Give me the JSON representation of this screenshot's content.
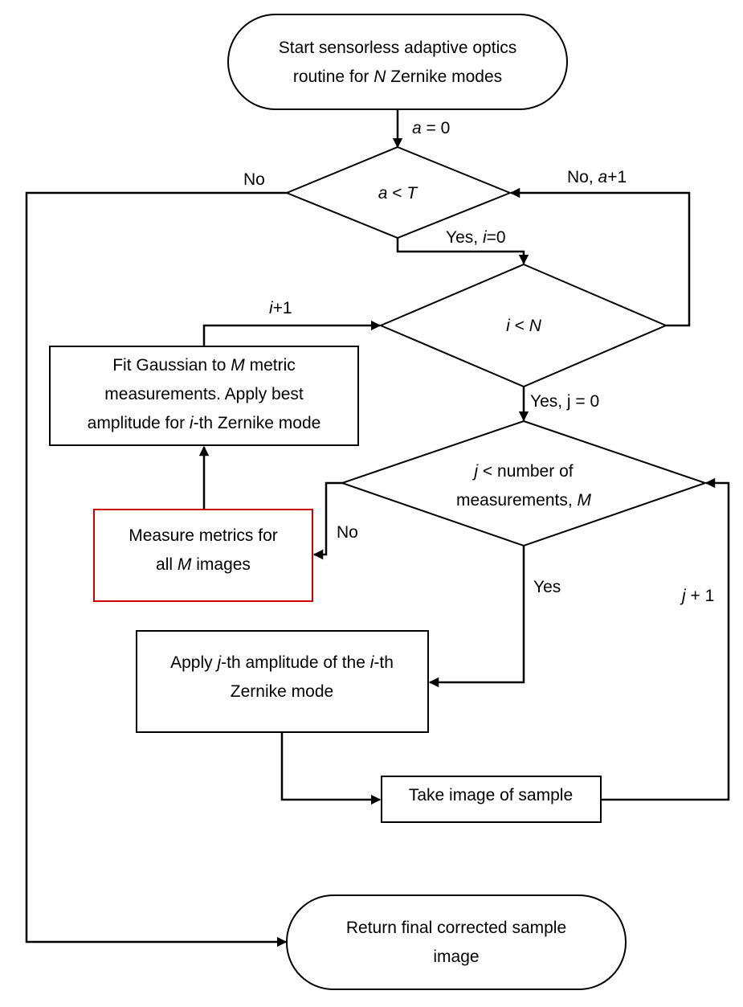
{
  "colors": {
    "stroke": "#000000",
    "highlight_stroke": "#cc0000",
    "background": "#ffffff"
  },
  "nodes": {
    "start": {
      "shape": "terminator",
      "lines": [
        [
          {
            "t": "Start sensorless adaptive optics"
          }
        ],
        [
          {
            "t": "routine for "
          },
          {
            "t": "N",
            "i": true
          },
          {
            "t": " Zernike modes"
          }
        ]
      ]
    },
    "decision_a": {
      "shape": "decision",
      "lines": [
        [
          {
            "t": "a",
            "i": true
          },
          {
            "t": " < "
          },
          {
            "t": "T",
            "i": true
          }
        ]
      ]
    },
    "decision_i": {
      "shape": "decision",
      "lines": [
        [
          {
            "t": "i",
            "i": true
          },
          {
            "t": " < "
          },
          {
            "t": "N",
            "i": true
          }
        ]
      ]
    },
    "fit_gaussian": {
      "shape": "process",
      "lines": [
        [
          {
            "t": "Fit Gaussian to "
          },
          {
            "t": "M",
            "i": true
          },
          {
            "t": " metric"
          }
        ],
        [
          {
            "t": "measurements. Apply best"
          }
        ],
        [
          {
            "t": "amplitude for "
          },
          {
            "t": "i",
            "i": true
          },
          {
            "t": "-th Zernike mode"
          }
        ]
      ]
    },
    "decision_j": {
      "shape": "decision",
      "lines": [
        [
          {
            "t": "j",
            "i": true
          },
          {
            "t": " < number of"
          }
        ],
        [
          {
            "t": "measurements, "
          },
          {
            "t": "M",
            "i": true
          }
        ]
      ]
    },
    "measure_metrics": {
      "shape": "process",
      "highlight": true,
      "lines": [
        [
          {
            "t": "Measure metrics for"
          }
        ],
        [
          {
            "t": "all "
          },
          {
            "t": "M",
            "i": true
          },
          {
            "t": " images"
          }
        ]
      ]
    },
    "apply_amplitude": {
      "shape": "process",
      "lines": [
        [
          {
            "t": "Apply "
          },
          {
            "t": "j",
            "i": true
          },
          {
            "t": "-th amplitude of the "
          },
          {
            "t": "i",
            "i": true
          },
          {
            "t": "-th"
          }
        ],
        [
          {
            "t": "Zernike mode"
          }
        ]
      ]
    },
    "take_image": {
      "shape": "process",
      "lines": [
        [
          {
            "t": "Take image of sample"
          }
        ]
      ]
    },
    "return_image": {
      "shape": "terminator",
      "lines": [
        [
          {
            "t": "Return final corrected sample"
          }
        ],
        [
          {
            "t": "image"
          }
        ]
      ]
    }
  },
  "edges": {
    "start_to_a": {
      "from": "start",
      "to": "decision_a",
      "label": [
        {
          "t": "a",
          "i": true
        },
        {
          "t": " = 0"
        }
      ]
    },
    "a_no": {
      "from": "decision_a",
      "to": "return_image",
      "label": [
        {
          "t": "No"
        }
      ]
    },
    "a_yes": {
      "from": "decision_a",
      "to": "decision_i",
      "label": [
        {
          "t": "Yes, "
        },
        {
          "t": "i",
          "i": true
        },
        {
          "t": "=0"
        }
      ]
    },
    "i_no": {
      "from": "decision_i",
      "to": "decision_a",
      "label": [
        {
          "t": "No, "
        },
        {
          "t": "a",
          "i": true
        },
        {
          "t": "+1"
        }
      ]
    },
    "fit_to_i": {
      "from": "fit_gaussian",
      "to": "decision_i",
      "label": [
        {
          "t": "i",
          "i": true
        },
        {
          "t": "+1"
        }
      ]
    },
    "i_yes": {
      "from": "decision_i",
      "to": "decision_j",
      "label": [
        {
          "t": "Yes, j = 0"
        }
      ]
    },
    "j_no": {
      "from": "decision_j",
      "to": "measure_metrics",
      "label": [
        {
          "t": "No"
        }
      ]
    },
    "measure_to_fit": {
      "from": "measure_metrics",
      "to": "fit_gaussian",
      "label": []
    },
    "j_yes": {
      "from": "decision_j",
      "to": "apply_amplitude",
      "label": [
        {
          "t": "Yes"
        }
      ]
    },
    "apply_to_take": {
      "from": "apply_amplitude",
      "to": "take_image",
      "label": []
    },
    "take_to_j": {
      "from": "take_image",
      "to": "decision_j",
      "label": [
        {
          "t": "j",
          "i": true
        },
        {
          "t": " + 1"
        }
      ]
    }
  }
}
